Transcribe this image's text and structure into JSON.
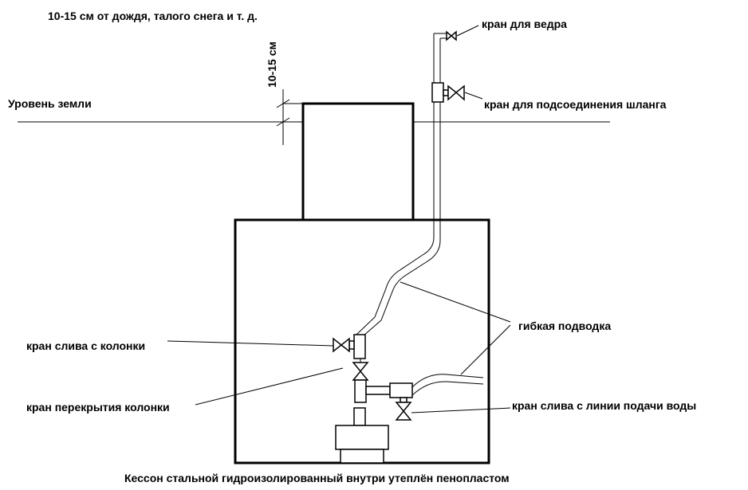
{
  "labels": {
    "top_note": "10-15 см от дождя, талого снега и т. д.",
    "vertical_dim": "10-15 см",
    "ground_level": "Уровень земли",
    "bucket_valve": "кран для ведра",
    "hose_valve": "кран для подсоединения шланга",
    "flex_hose": "гибкая подводка",
    "column_drain": "кран слива с колонки",
    "column_shutoff": "кран перекрытия колонки",
    "supply_drain": "кран слива с линии подачи воды",
    "caption": "Кессон стальной гидроизолированный внутри утеплён пенопластом"
  },
  "colors": {
    "line": "#000000",
    "background": "#ffffff"
  }
}
